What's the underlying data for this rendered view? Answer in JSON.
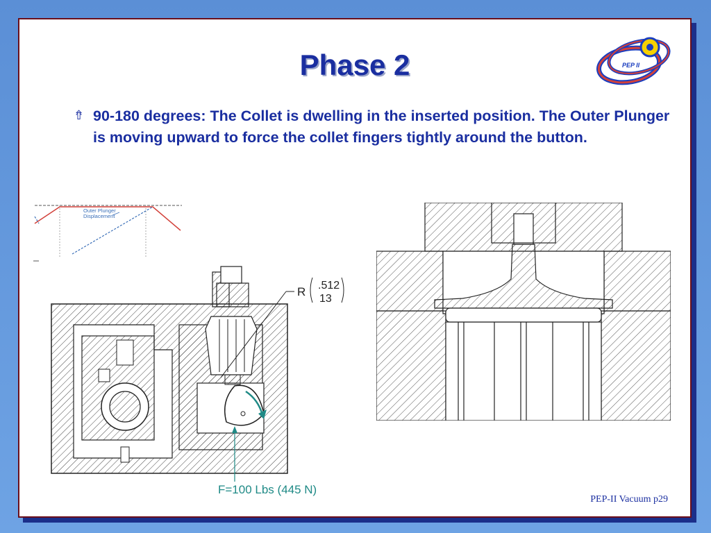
{
  "slide": {
    "title": "Phase 2",
    "bullet_text": "90-180 degrees:  The Collet is dwelling in the inserted position.  The Outer Plunger is moving upward to force the collet fingers tightly around the button.",
    "footer": "PEP-II Vacuum  p29"
  },
  "logo": {
    "label": "PEP II",
    "icon": "pep-ii-ring-logo"
  },
  "displacement_graph": {
    "label_line1": "Outer Plunger",
    "label_line2": "Displacement"
  },
  "left_drawing": {
    "radius_prefix": "R",
    "radius_inch": ".512",
    "radius_mm": "13",
    "force_label": "F=100 Lbs (445 N)"
  },
  "colors": {
    "title": "#1a2ea0",
    "frame": "#6b0f1a",
    "shadow": "#1b2f8a",
    "teal": "#1f8a86",
    "red_line": "#d2413a"
  }
}
